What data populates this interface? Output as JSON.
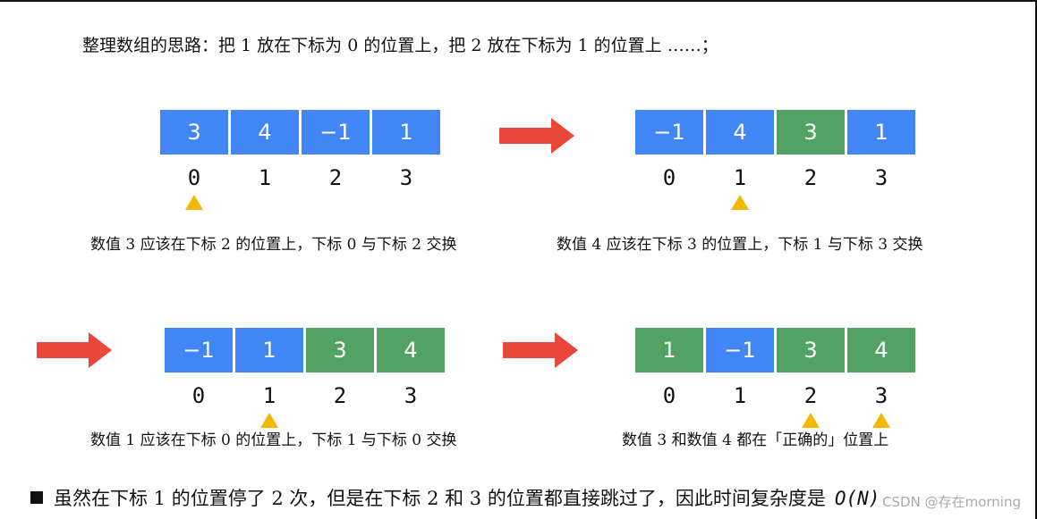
{
  "heading": "整理数组的思路：把 1 放在下标为 0 的位置上，把 2 放在下标为 1 的位置上 ……；",
  "colors": {
    "blue": "#4285f4",
    "green": "#52a263",
    "arrow": "#e8473a",
    "marker": "#f5b800"
  },
  "panels": [
    {
      "cells": [
        {
          "v": "3",
          "c": "blue"
        },
        {
          "v": "4",
          "c": "blue"
        },
        {
          "v": "−1",
          "c": "blue"
        },
        {
          "v": "1",
          "c": "blue"
        }
      ],
      "indices": [
        "0",
        "1",
        "2",
        "3"
      ],
      "markers": [
        0
      ],
      "caption": "数值 3 应该在下标 2 的位置上，下标 0 与下标 2 交换"
    },
    {
      "cells": [
        {
          "v": "−1",
          "c": "blue"
        },
        {
          "v": "4",
          "c": "blue"
        },
        {
          "v": "3",
          "c": "green"
        },
        {
          "v": "1",
          "c": "blue"
        }
      ],
      "indices": [
        "0",
        "1",
        "2",
        "3"
      ],
      "markers": [
        1
      ],
      "caption": "数值 4 应该在下标 3 的位置上，下标 1 与下标 3 交换"
    },
    {
      "cells": [
        {
          "v": "−1",
          "c": "blue"
        },
        {
          "v": "1",
          "c": "blue"
        },
        {
          "v": "3",
          "c": "green"
        },
        {
          "v": "4",
          "c": "green"
        }
      ],
      "indices": [
        "0",
        "1",
        "2",
        "3"
      ],
      "markers": [
        1
      ],
      "caption": "数值 1 应该在下标 0 的位置上，下标 1 与下标 0 交换"
    },
    {
      "cells": [
        {
          "v": "1",
          "c": "green"
        },
        {
          "v": "−1",
          "c": "blue"
        },
        {
          "v": "3",
          "c": "green"
        },
        {
          "v": "4",
          "c": "green"
        }
      ],
      "indices": [
        "0",
        "1",
        "2",
        "3"
      ],
      "markers": [
        2,
        3
      ],
      "caption": "数值 3 和数值 4 都在「正确的」位置上"
    }
  ],
  "summary": {
    "text": "虽然在下标 1 的位置停了 2 次，但是在下标 2 和 3 的位置都直接跳过了，因此时间复杂度是",
    "complexity": "O(N)"
  },
  "watermark": "CSDN @存在morning"
}
